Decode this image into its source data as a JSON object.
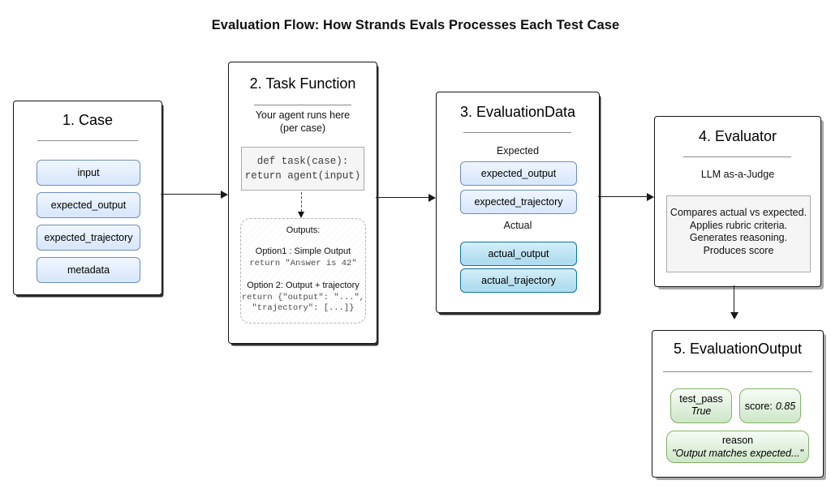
{
  "title": "Evaluation Flow: How Strands Evals Processes Each Test Case",
  "colors": {
    "light_blue_fill": "#dae8fc",
    "light_blue_border": "#6c8ebf",
    "cyan_fill": "#b1ddf0",
    "cyan_border": "#10739e",
    "green_fill": "#d5e8d4",
    "green_border": "#82b366",
    "gray_fill": "#f5f5f5",
    "gray_border": "#ababab"
  },
  "case_box": {
    "title": "1. Case",
    "items": [
      "input",
      "expected_output",
      "expected_trajectory",
      "metadata"
    ]
  },
  "task_box": {
    "title": "2. Task Function",
    "subtitle_line1": "Your agent runs here",
    "subtitle_line2": "(per case)",
    "code_line1": "def task(case):",
    "code_line2": "return agent(input)",
    "outputs_label": "Outputs:",
    "option1_label": "Option1 : Simple Output",
    "option1_code": "return \"Answer is 42\"",
    "option2_label": "Option 2: Output + trajectory",
    "option2_code_line1": "return {\"output\": \"...\",",
    "option2_code_line2": "\"trajectory\": [...]}"
  },
  "evaldata_box": {
    "title": "3. EvaluationData",
    "expected_label": "Expected",
    "expected_items": [
      "expected_output",
      "expected_trajectory"
    ],
    "actual_label": "Actual",
    "actual_items": [
      "actual_output",
      "actual_trajectory"
    ]
  },
  "evaluator_box": {
    "title": "4. Evaluator",
    "subtitle": "LLM as-a-Judge",
    "description_lines": [
      "Compares actual vs expected.",
      "Applies rubric criteria.",
      "Generates reasoning.",
      "Produces score"
    ]
  },
  "output_box": {
    "title": "5. EvaluationOutput",
    "test_pass_label": "test_pass",
    "test_pass_value": "True",
    "score_label": "score:",
    "score_value": "0.85",
    "reason_label": "reason",
    "reason_value": "\"Output matches expected...\""
  }
}
